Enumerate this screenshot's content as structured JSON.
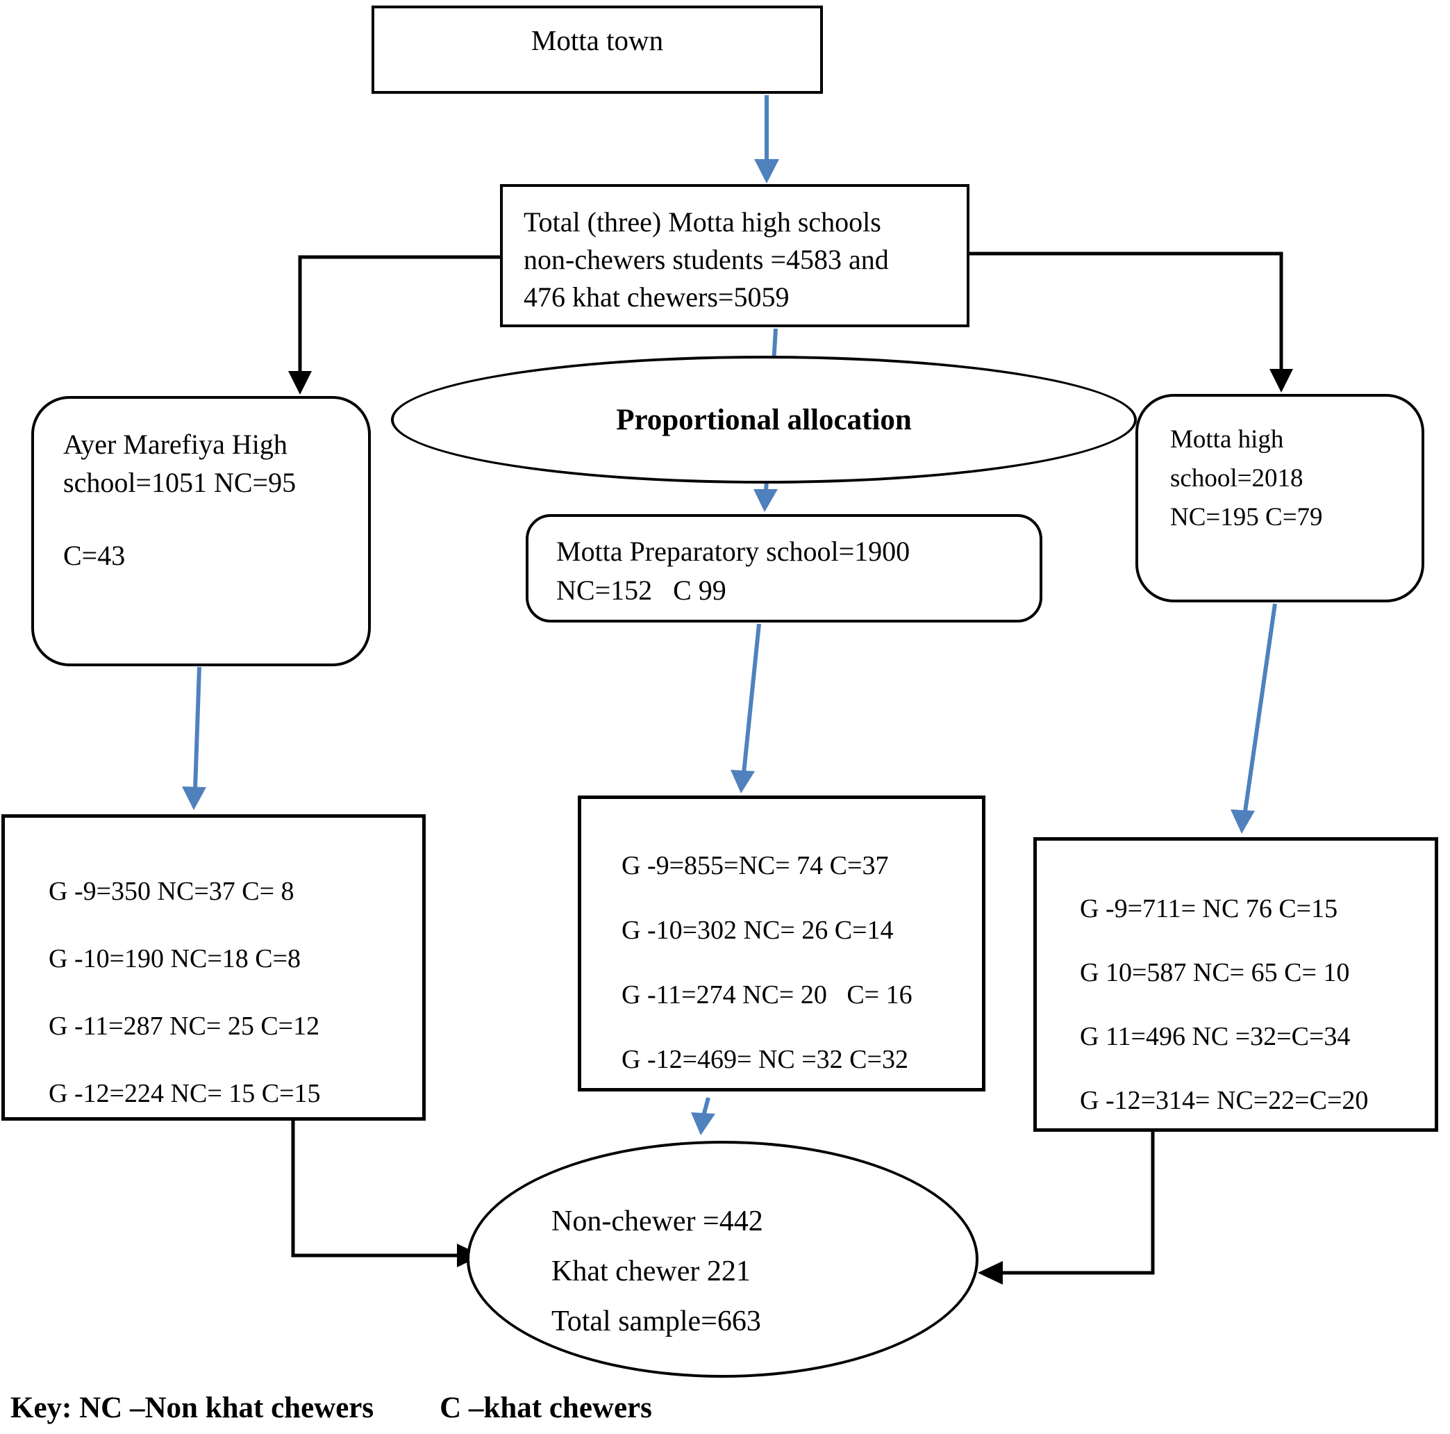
{
  "colors": {
    "arrow_blue": "#4f81bd",
    "line_black": "#000000"
  },
  "nodes": {
    "motta_town": {
      "label": "Motta town"
    },
    "total": {
      "line1": "Total (three) Motta high schools",
      "line2": "non-chewers students =4583 and",
      "line3": "476 khat chewers=5059"
    },
    "prop_alloc": {
      "label": "Proportional allocation"
    },
    "ayer": {
      "line1": "Ayer Marefiya High",
      "line2": "school=1051 NC=95",
      "line3": "C=43"
    },
    "prep": {
      "line1": "Motta Preparatory school=1900",
      "line2": "NC=152   C 99"
    },
    "motta_hs": {
      "line1": "Motta high",
      "line2": "school=2018",
      "line3": "NC=195 C=79"
    },
    "ayer_detail": {
      "rows": [
        "G -9=350 NC=37 C= 8",
        "G -10=190 NC=18 C=8",
        "G -11=287 NC= 25 C=12",
        "G -12=224 NC= 15 C=15"
      ]
    },
    "prep_detail": {
      "rows": [
        "G -9=855=NC= 74 C=37",
        "G -10=302 NC= 26 C=14",
        "G -11=274 NC= 20   C= 16",
        "G -12=469= NC =32 C=32"
      ]
    },
    "motta_hs_detail": {
      "rows": [
        "G -9=711= NC 76 C=15",
        "G 10=587 NC= 65 C= 10",
        "G 11=496 NC =32=C=34",
        "G -12=314= NC=22=C=20"
      ]
    },
    "final": {
      "line1": "Non-chewer =442",
      "line2": "Khat chewer 221",
      "line3": "Total sample=663"
    },
    "key": {
      "part1": "Key: NC –Non khat chewers",
      "part2": "C –khat chewers"
    }
  }
}
